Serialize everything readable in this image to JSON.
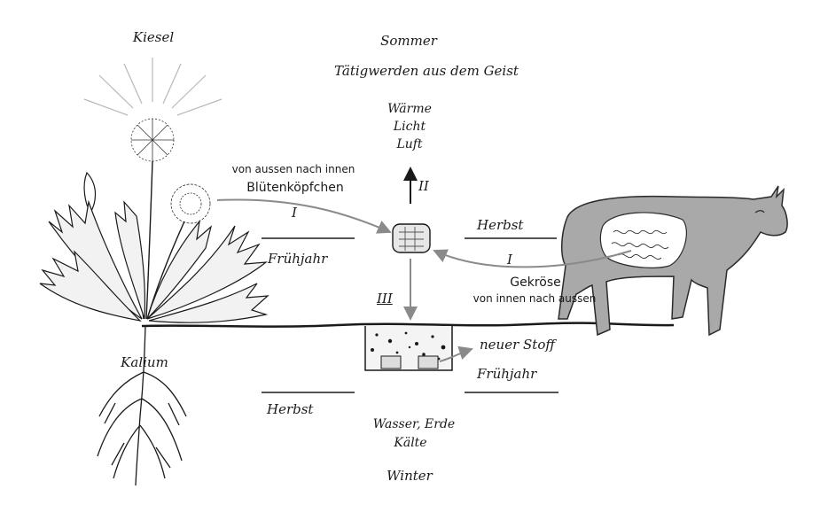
{
  "top": {
    "season": "Sommer",
    "subtitle": "Tätigwerden aus dem Geist",
    "elements": [
      "Wärme",
      "Licht",
      "Luft"
    ]
  },
  "bottom": {
    "elements": [
      "Wasser, Erde",
      "Kälte"
    ],
    "season": "Winter"
  },
  "plant": {
    "top_label": "Kiesel",
    "root_label": "Kalium",
    "path_caption": "von aussen nach innen",
    "path_part": "Blütenköpfchen"
  },
  "cow": {
    "path_part": "Gekröse",
    "path_caption": "von innen nach aussen"
  },
  "numerals": {
    "left": "I",
    "right": "I",
    "up": "II",
    "down": "III"
  },
  "seasons": {
    "upper_left": "Frühjahr",
    "upper_right": "Herbst",
    "lower_left": "Herbst",
    "lower_right": "Frühjahr"
  },
  "pit": {
    "output": "neuer Stoff"
  },
  "colors": {
    "ink": "#1a1a1a",
    "arrow": "#8a8a8a",
    "cow": "#a9a9a9"
  }
}
